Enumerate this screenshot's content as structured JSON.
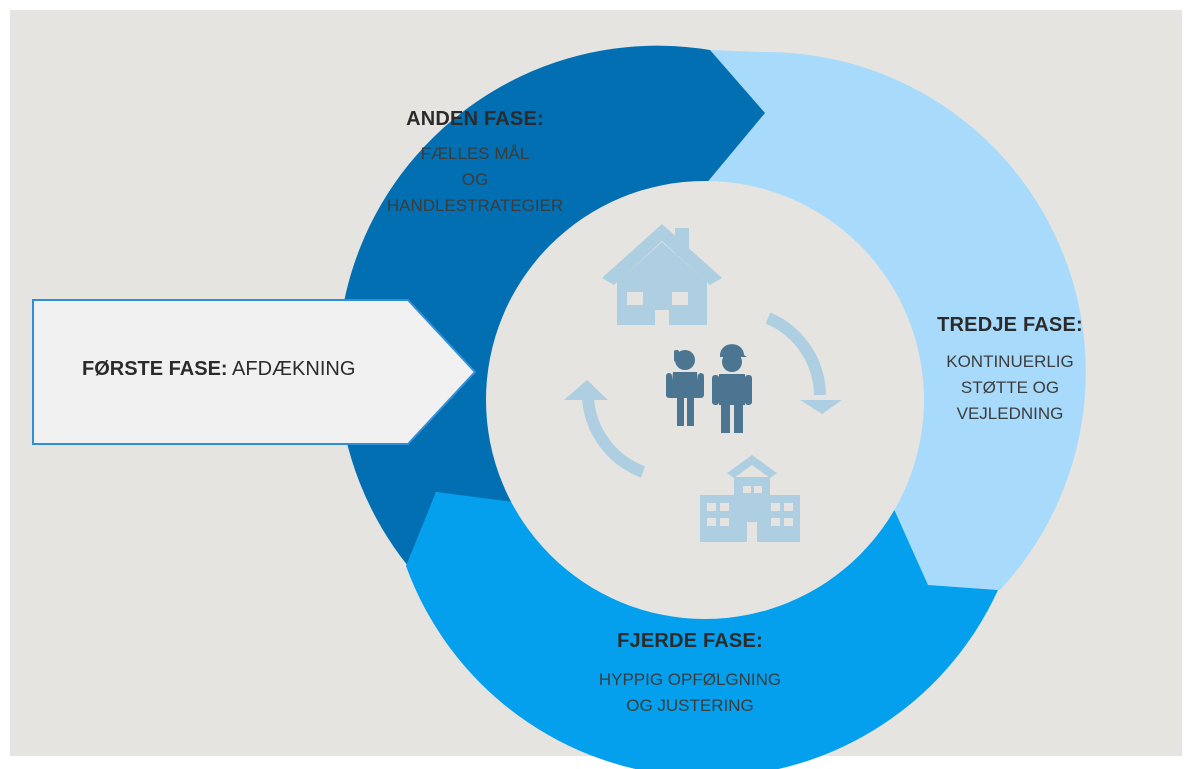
{
  "colors": {
    "background": "#e5e4e1",
    "phase2": "#016fb1",
    "phase3": "#a8dbfb",
    "phase4": "#04a0ed",
    "phase1_fill": "#f1f1f1",
    "phase1_border": "#2e8fd8",
    "center": "#e5e4e1",
    "icon_soft": "#aecfe2",
    "icon_people": "#4b7591"
  },
  "phases": {
    "first": {
      "title": "FØRSTE FASE:",
      "text": "AFDÆKNING"
    },
    "second": {
      "title": "ANDEN FASE:",
      "lines": [
        "FÆLLES MÅL",
        "OG",
        "HANDLESTRATEGIER"
      ]
    },
    "third": {
      "title": "TREDJE FASE:",
      "lines": [
        "KONTINUERLIG",
        "STØTTE OG",
        "VEJLEDNING"
      ]
    },
    "fourth": {
      "title": "FJERDE FASE:",
      "lines": [
        "HYPPIG OPFØLGNING",
        "OG JUSTERING"
      ]
    }
  },
  "icons": [
    "house-icon",
    "family-icon",
    "school-icon",
    "cycle-arrow-icon"
  ]
}
